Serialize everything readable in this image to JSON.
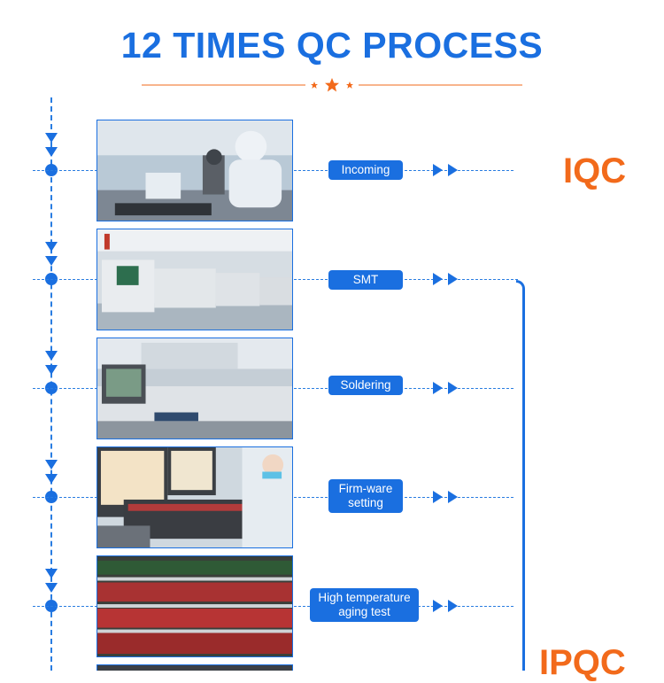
{
  "title": "12 TIMES QC PROCESS",
  "colors": {
    "accent_blue": "#1a6fe0",
    "accent_orange": "#f26a1b"
  },
  "stages": [
    {
      "label": "Incoming",
      "photo": "lab-microscope-photo"
    },
    {
      "label": "SMT",
      "photo": "smt-line-photo"
    },
    {
      "label": "Soldering",
      "photo": "reflow-oven-photo"
    },
    {
      "label": "Firm-ware\nsetting",
      "photo": "firmware-station-photo"
    },
    {
      "label": "High temperature\naging test",
      "photo": "aging-rack-photo"
    }
  ],
  "phases": {
    "iqc": "IQC",
    "ipqc": "IPQC"
  }
}
